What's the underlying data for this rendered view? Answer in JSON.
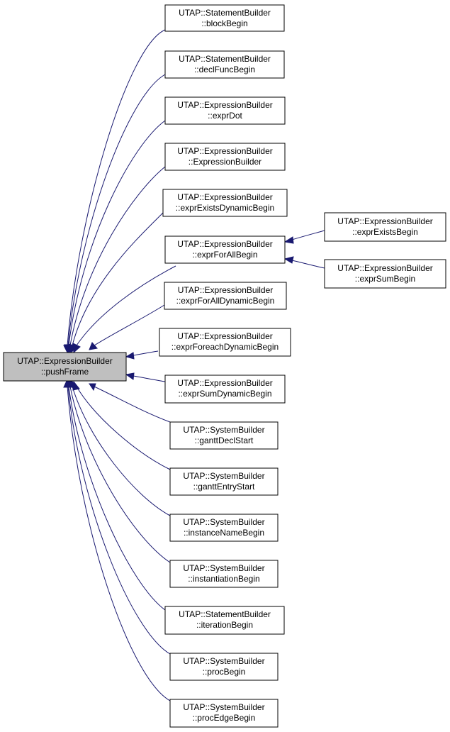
{
  "root": {
    "line1": "UTAP::ExpressionBuilder",
    "line2": "::pushFrame"
  },
  "callers": [
    {
      "line1": "UTAP::StatementBuilder",
      "line2": "::blockBegin"
    },
    {
      "line1": "UTAP::StatementBuilder",
      "line2": "::declFuncBegin"
    },
    {
      "line1": "UTAP::ExpressionBuilder",
      "line2": "::exprDot"
    },
    {
      "line1": "UTAP::ExpressionBuilder",
      "line2": "::ExpressionBuilder"
    },
    {
      "line1": "UTAP::ExpressionBuilder",
      "line2": "::exprExistsDynamicBegin"
    },
    {
      "line1": "UTAP::ExpressionBuilder",
      "line2": "::exprForAllBegin"
    },
    {
      "line1": "UTAP::ExpressionBuilder",
      "line2": "::exprForAllDynamicBegin"
    },
    {
      "line1": "UTAP::ExpressionBuilder",
      "line2": "::exprForeachDynamicBegin"
    },
    {
      "line1": "UTAP::ExpressionBuilder",
      "line2": "::exprSumDynamicBegin"
    },
    {
      "line1": "UTAP::SystemBuilder",
      "line2": "::ganttDeclStart"
    },
    {
      "line1": "UTAP::SystemBuilder",
      "line2": "::ganttEntryStart"
    },
    {
      "line1": "UTAP::SystemBuilder",
      "line2": "::instanceNameBegin"
    },
    {
      "line1": "UTAP::SystemBuilder",
      "line2": "::instantiationBegin"
    },
    {
      "line1": "UTAP::StatementBuilder",
      "line2": "::iterationBegin"
    },
    {
      "line1": "UTAP::SystemBuilder",
      "line2": "::procBegin"
    },
    {
      "line1": "UTAP::SystemBuilder",
      "line2": "::procEdgeBegin"
    }
  ],
  "second_level": [
    {
      "line1": "UTAP::ExpressionBuilder",
      "line2": "::exprExistsBegin"
    },
    {
      "line1": "UTAP::ExpressionBuilder",
      "line2": "::exprSumBegin"
    }
  ]
}
